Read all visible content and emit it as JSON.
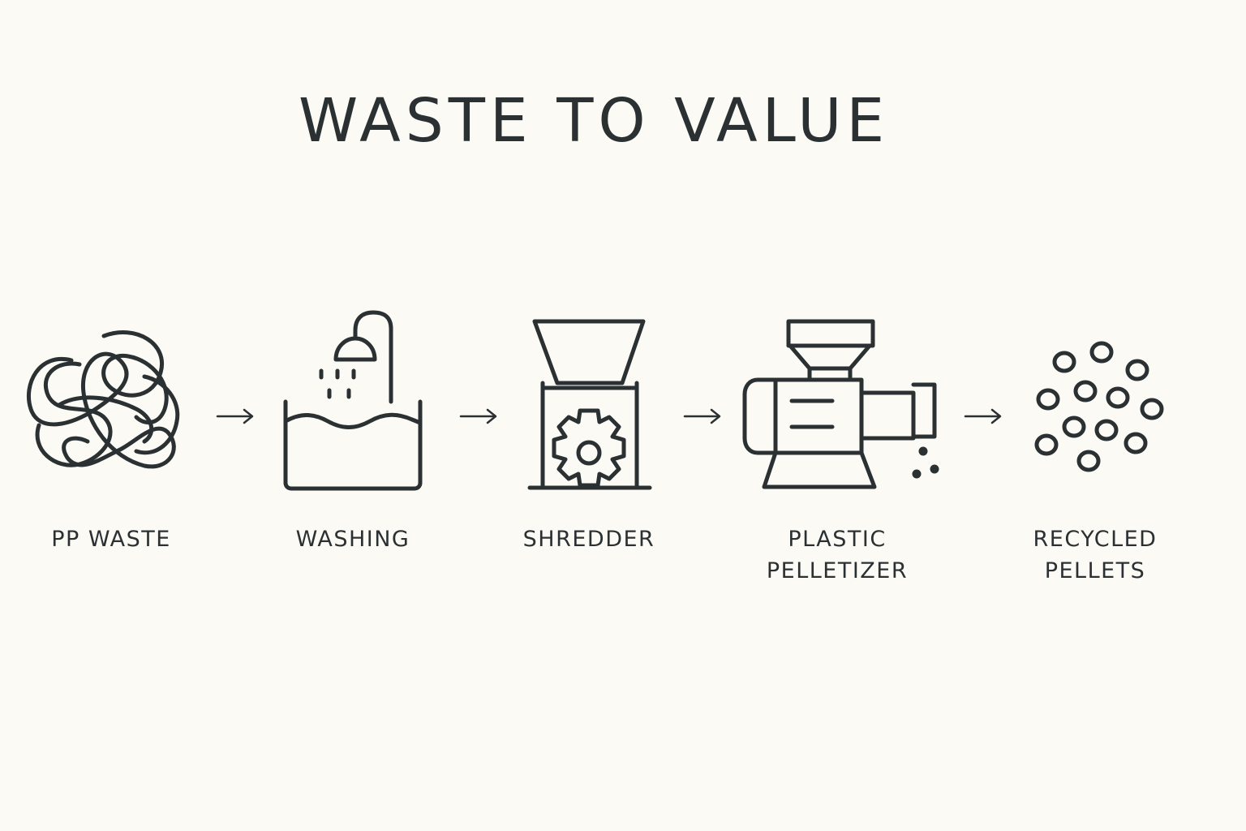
{
  "title": "WASTE TO VALUE",
  "colors": {
    "background": "#fbfaf5",
    "stroke": "#2b3133"
  },
  "steps": [
    {
      "icon": "tangled-fiber-icon",
      "label_lines": [
        "PP WASTE"
      ]
    },
    {
      "icon": "washing-tank-icon",
      "label_lines": [
        "WASHING"
      ]
    },
    {
      "icon": "shredder-gear-icon",
      "label_lines": [
        "SHREDDER"
      ]
    },
    {
      "icon": "pelletizer-machine-icon",
      "label_lines": [
        "PLASTIC",
        "PELLETIZER"
      ]
    },
    {
      "icon": "pellets-icon",
      "label_lines": [
        "RECYCLED",
        "PELLETS"
      ]
    }
  ]
}
